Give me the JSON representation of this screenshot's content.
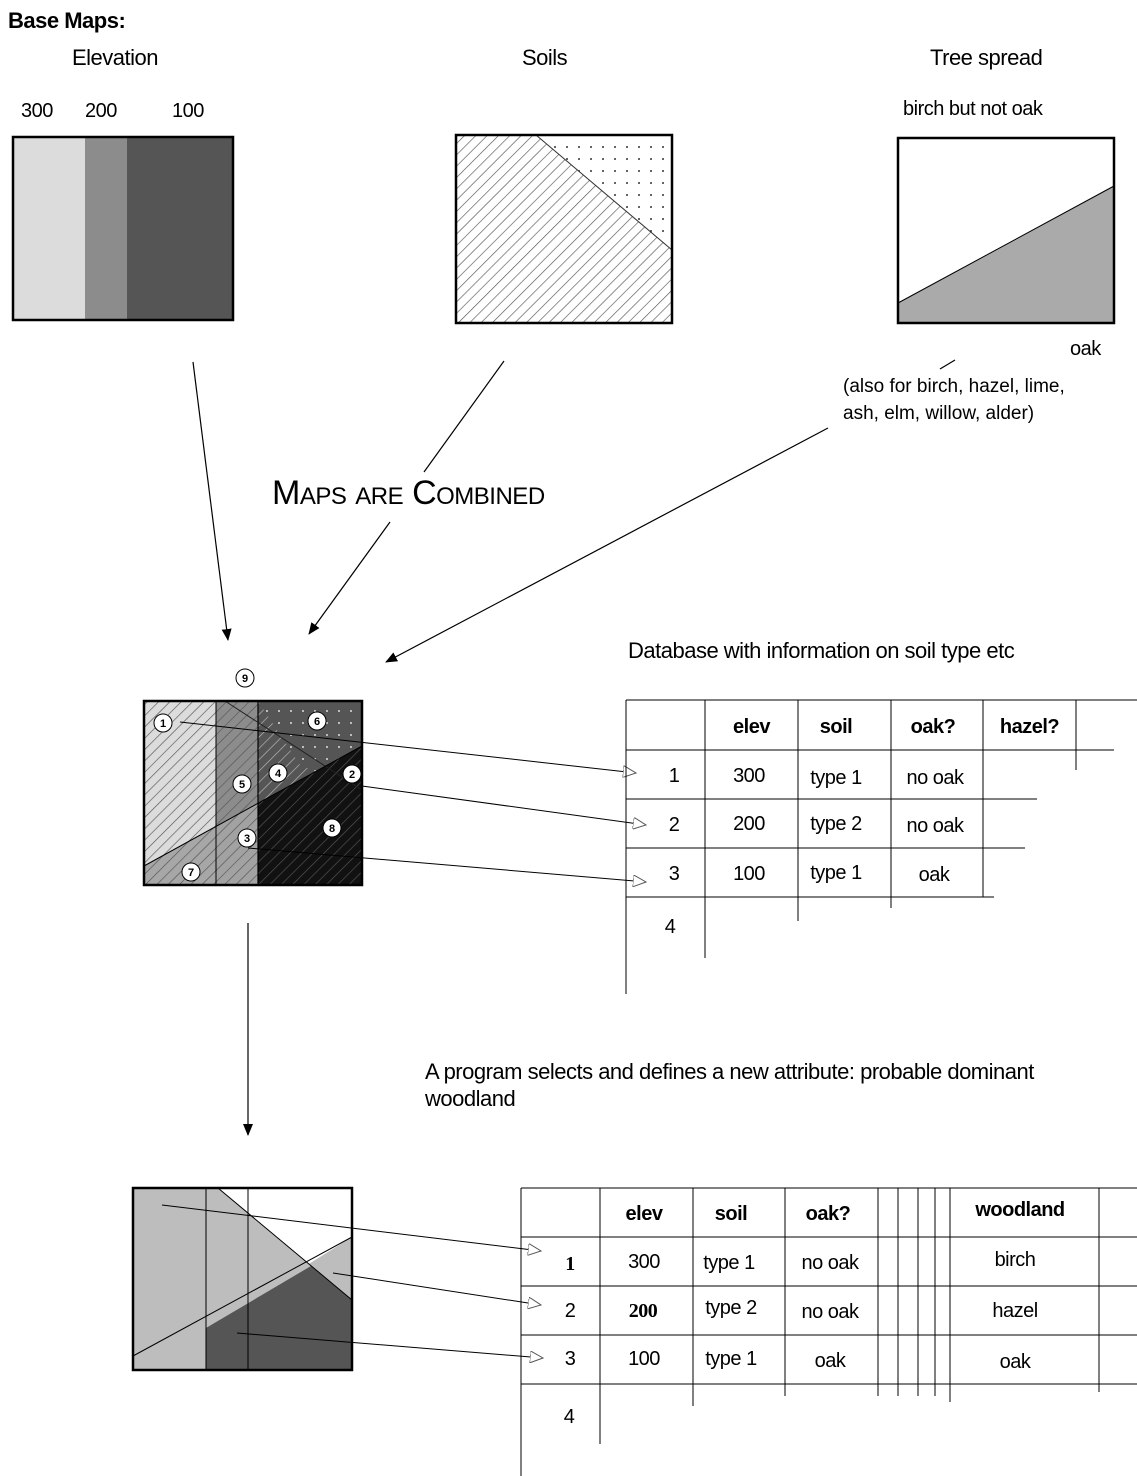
{
  "header": {
    "title": "Base Maps:"
  },
  "base_maps": {
    "elevation": {
      "title": "Elevation",
      "ticks": [
        "300",
        "200",
        "100"
      ]
    },
    "soils": {
      "title": "Soils"
    },
    "tree_spread": {
      "title": "Tree spread",
      "top_label": "birch but not  oak",
      "bottom_label": "oak",
      "note": "(also for birch, hazel, lime, ash, elm, willow, alder)"
    }
  },
  "combined": {
    "title": "Maps are Combined",
    "regions": [
      "1",
      "2",
      "3",
      "4",
      "5",
      "6",
      "7",
      "8",
      "9"
    ]
  },
  "database": {
    "title": "Database with information on soil type etc",
    "headers": [
      "elev",
      "soil",
      "oak?",
      "hazel?"
    ],
    "rows": [
      {
        "id": "1",
        "elev": "300",
        "soil": "type 1",
        "oak": "no oak"
      },
      {
        "id": "2",
        "elev": "200",
        "soil": "type 2",
        "oak": "no oak"
      },
      {
        "id": "3",
        "elev": "100",
        "soil": "type 1",
        "oak": "oak"
      },
      {
        "id": "4",
        "elev": "",
        "soil": "",
        "oak": ""
      }
    ]
  },
  "program": {
    "text": "A program selects and defines a new attribute: probable dominant woodland"
  },
  "result": {
    "headers": [
      "elev",
      "soil",
      "oak?",
      "woodland"
    ],
    "rows": [
      {
        "id": "1",
        "elev": "300",
        "soil": "type 1",
        "oak": "no oak",
        "woodland": "birch"
      },
      {
        "id": "2",
        "elev": "200",
        "soil": "type 2",
        "oak": "no oak",
        "woodland": "hazel"
      },
      {
        "id": "3",
        "elev": "100",
        "soil": "type 1",
        "oak": "oak",
        "woodland": "oak"
      },
      {
        "id": "4",
        "elev": "",
        "soil": "",
        "oak": "",
        "woodland": ""
      }
    ]
  },
  "colors": {
    "light": "#dcdcdc",
    "mid": "#8c8c8c",
    "dark": "#555555",
    "tree": "#aaaaaa"
  }
}
